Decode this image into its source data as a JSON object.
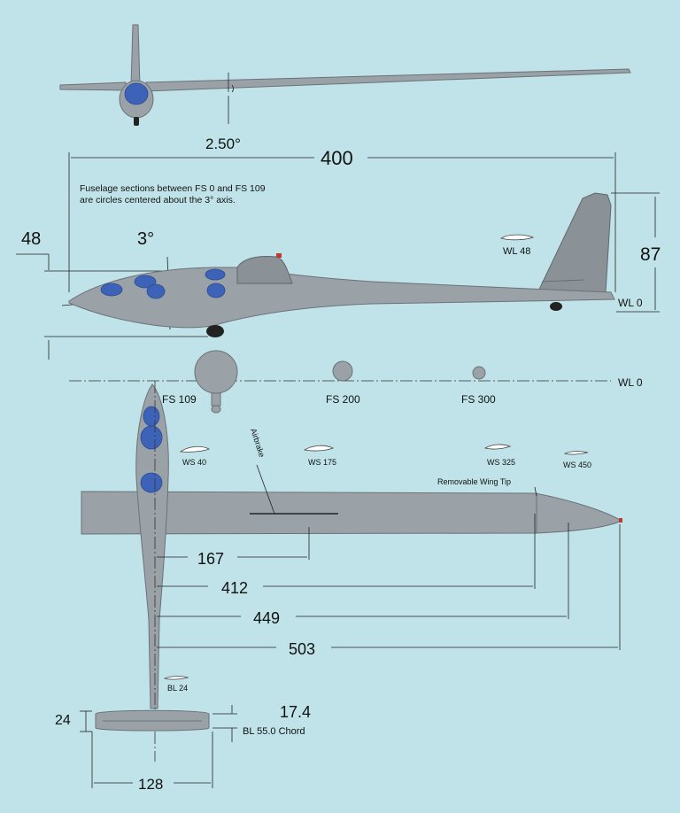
{
  "colors": {
    "background": "#bfe3e8",
    "fuselage": "#9aa2a7",
    "window": "#3d63b8",
    "line": "#222222"
  },
  "labels": {
    "dihedral": "2.50°",
    "length_400": "400",
    "note_line1": "Fuselage sections between FS 0 and FS 109",
    "note_line2": "are circles centered about the 3° axis.",
    "height_48": "48",
    "angle_3": "3°",
    "wl48": "WL 48",
    "height_87": "87",
    "wl0_side": "WL 0",
    "wl0_sections": "WL 0",
    "fs109": "FS 109",
    "fs200": "FS 200",
    "fs300": "FS 300",
    "airbrake": "Airbrake",
    "ws40": "WS 40",
    "ws175": "WS 175",
    "ws325": "WS 325",
    "ws450": "WS 450",
    "removable_tip": "Removable Wing Tip",
    "dim167": "167",
    "dim412": "412",
    "dim449": "449",
    "dim503": "503",
    "bl24": "BL 24",
    "dim24": "24",
    "dim174": "17.4",
    "bl55": "BL 55.0 Chord",
    "dim128": "128"
  }
}
